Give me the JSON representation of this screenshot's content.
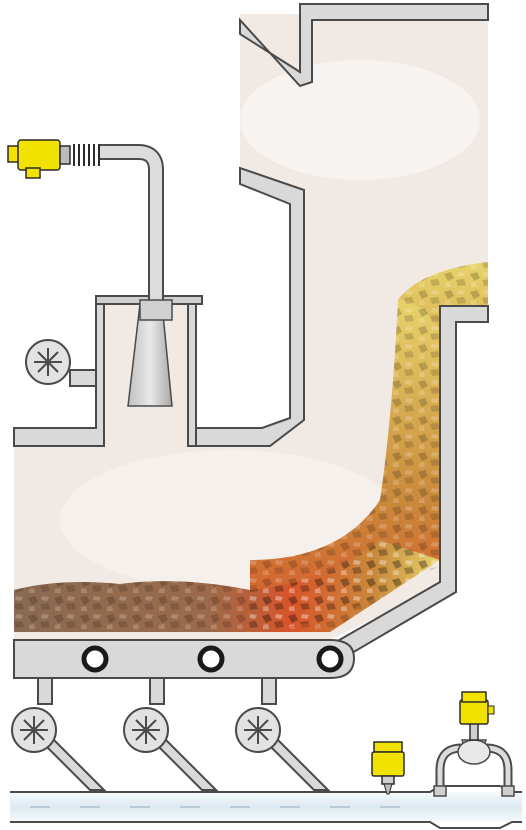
{
  "scene": {
    "description_free": true,
    "colors": {
      "pipe_fill": "#d9d9d9",
      "pipe_stroke": "#4a4a4a",
      "chamber_bg": "#f3ece8",
      "sensor_yellow": "#f2e200",
      "sensor_dark": "#2b2b2b",
      "fuel_light": "#e7d36a",
      "fuel_mid": "#c98a3c",
      "fuel_hot": "#d8552a",
      "fuel_brown": "#8a6a52",
      "air_pipe": "#e6f0f5"
    },
    "components": {
      "sensors": [
        {
          "name": "level-sensor-top",
          "icon": "level-sensor-icon"
        },
        {
          "name": "pressure-sensor-bottom",
          "icon": "pressure-sensor-icon"
        },
        {
          "name": "differential-pressure-sensor",
          "icon": "differential-pressure-icon"
        }
      ],
      "fans": [
        {
          "name": "fan-side",
          "icon": "fan-icon"
        },
        {
          "name": "fan-under-1",
          "icon": "fan-icon"
        },
        {
          "name": "fan-under-2",
          "icon": "fan-icon"
        },
        {
          "name": "fan-under-3",
          "icon": "fan-icon"
        }
      ],
      "conveyor_rollers": 3
    }
  }
}
